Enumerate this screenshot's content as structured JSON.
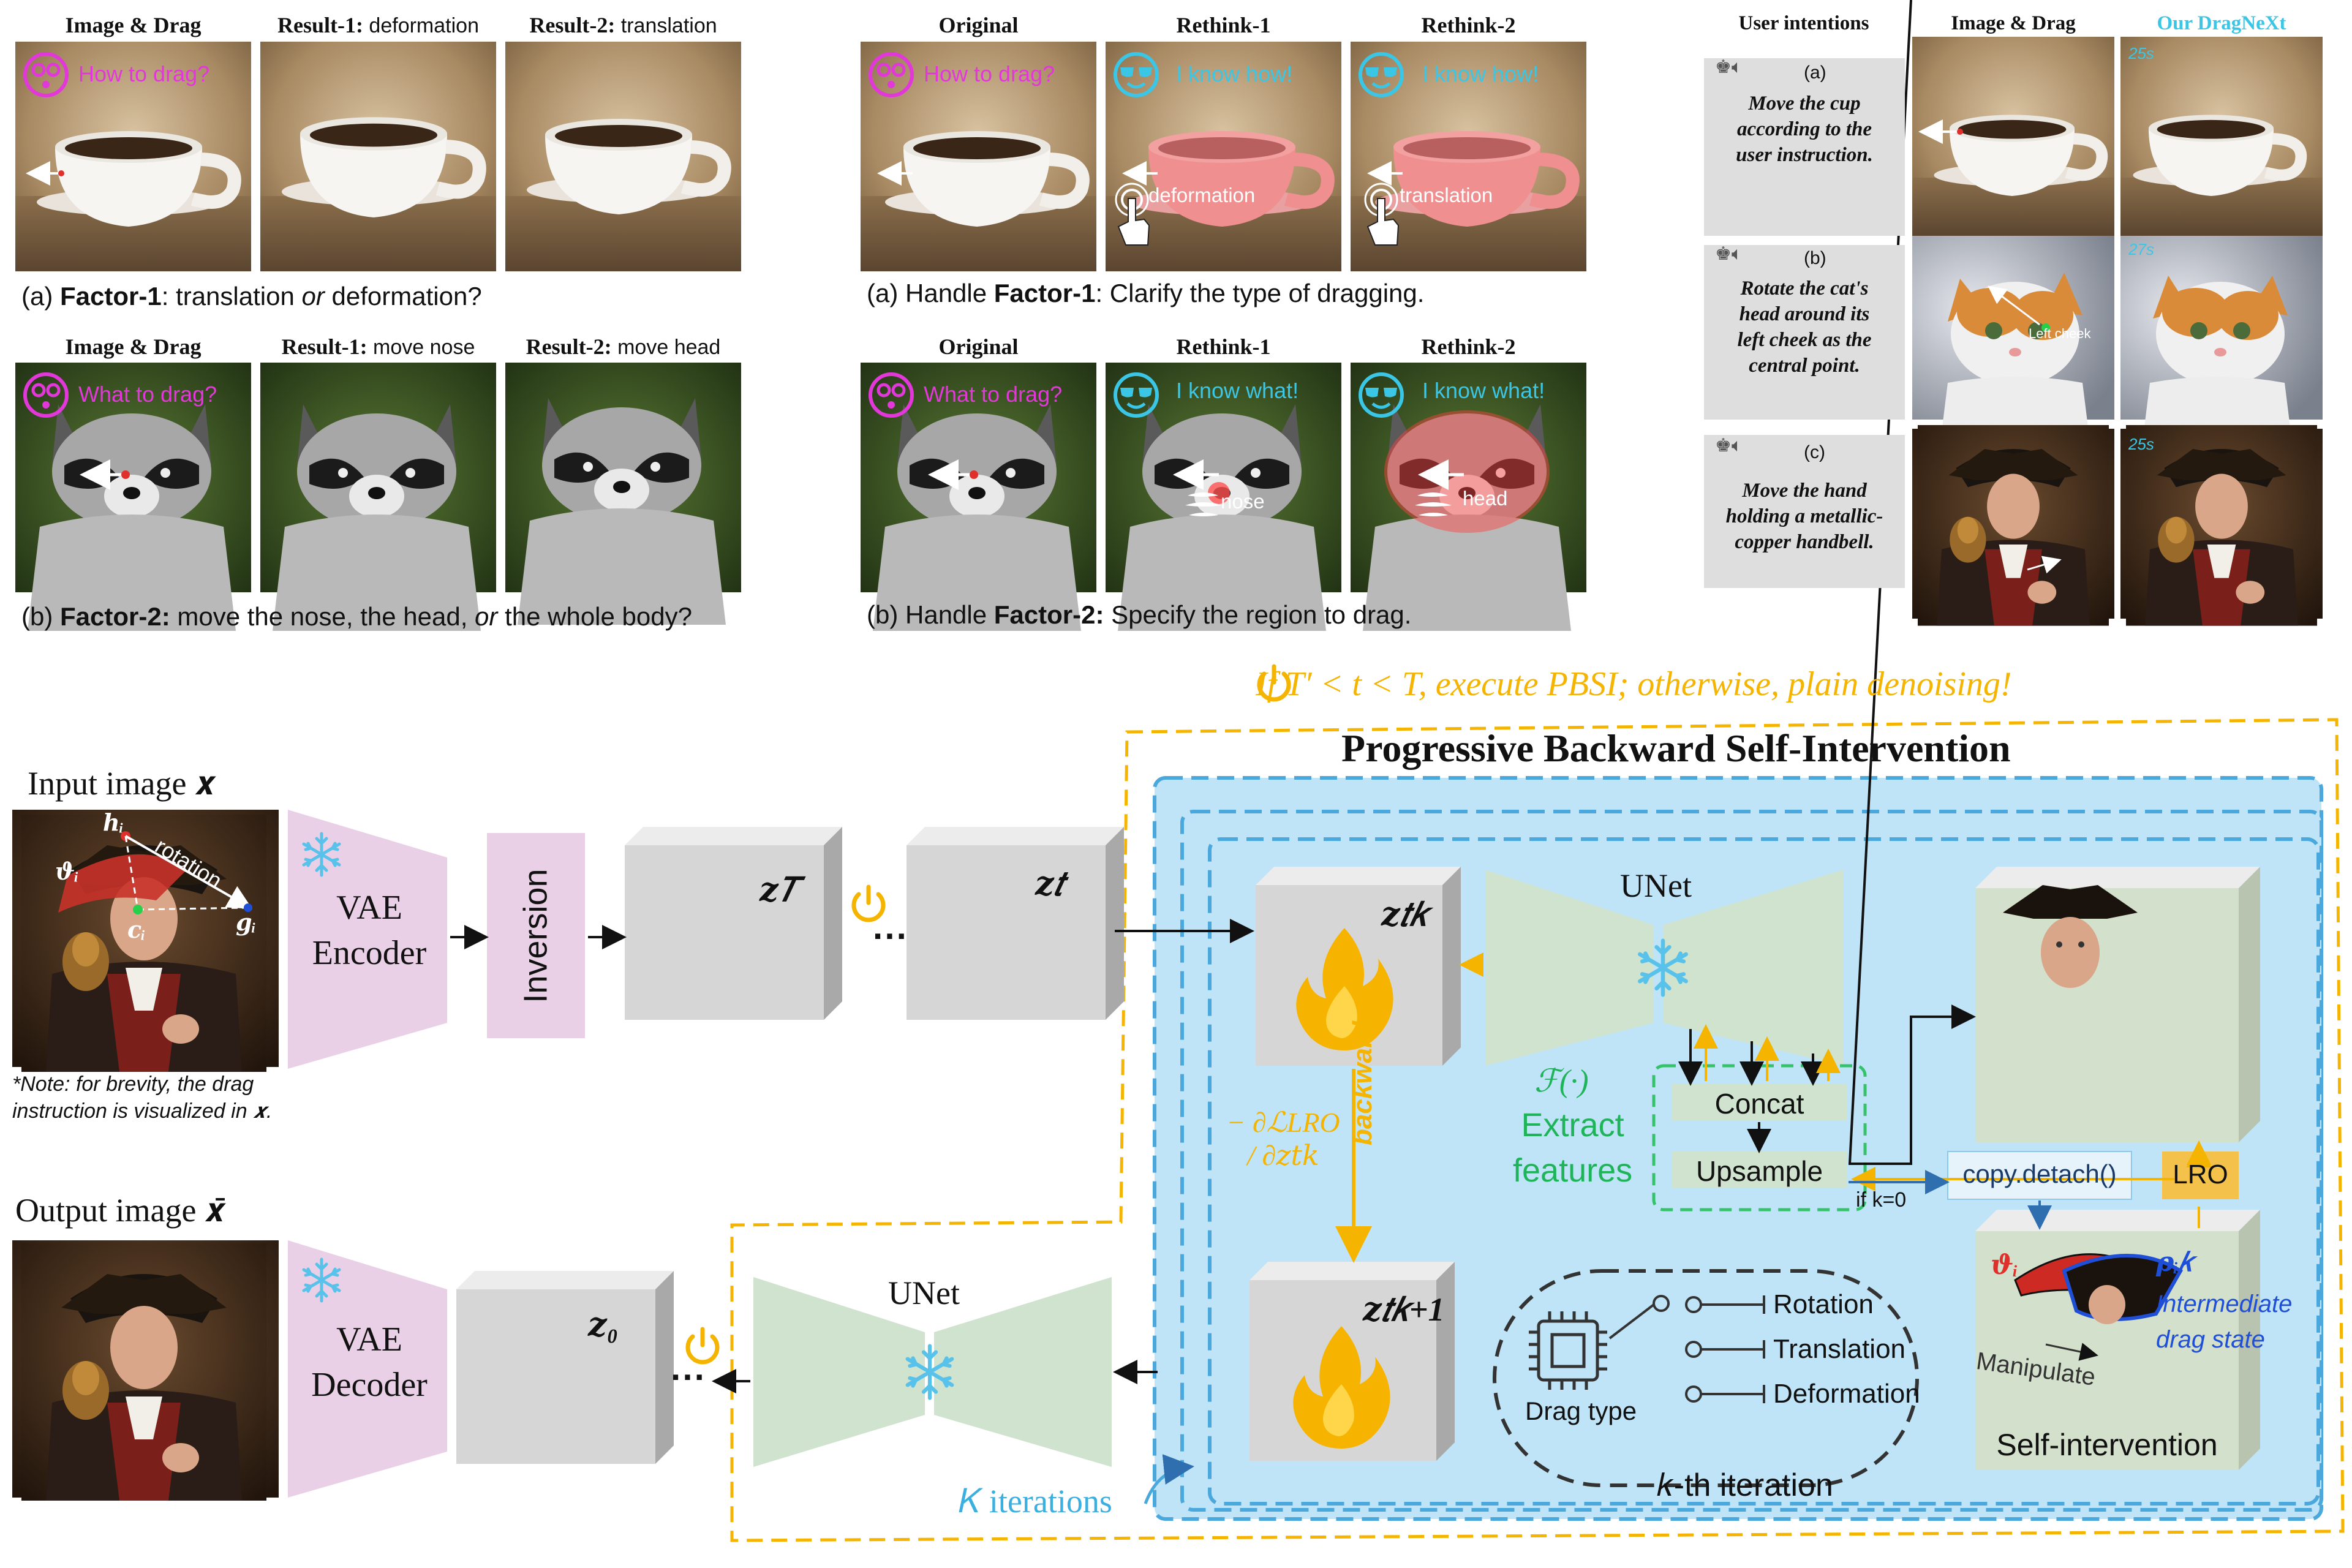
{
  "colors": {
    "magenta": "#e238d9",
    "cyan": "#3bc6e6",
    "orange": "#f4b400",
    "blue_dash": "#4aa8dc",
    "green": "#1fb35a",
    "light_blue_bg": "#bfe4f7",
    "pink_block": "#ead0e6",
    "gray_block": "#d6d6d6",
    "unet_green": "#cfe3cf",
    "red_hat": "#e0302b",
    "blue_text": "#1f4fd6"
  },
  "panel_left": {
    "row_a": {
      "headers": [
        {
          "bold": "Image & Drag",
          "plain": ""
        },
        {
          "bold": "Result-1:",
          "plain": " deformation"
        },
        {
          "bold": "Result-2:",
          "plain": " translation"
        }
      ],
      "bubble": "How to drag?",
      "caption": {
        "prefix": "(a) ",
        "bold": "Factor-1",
        "mid": ": translation ",
        "ital": "or",
        "suffix": " deformation?"
      }
    },
    "row_b": {
      "headers": [
        {
          "bold": "Image & Drag",
          "plain": ""
        },
        {
          "bold": "Result-1:",
          "plain": " move nose"
        },
        {
          "bold": "Result-2:",
          "plain": " move head"
        }
      ],
      "bubble": "What to drag?",
      "caption": {
        "prefix": "(b) ",
        "bold": "Factor-2:",
        "mid": " move the nose, the head, ",
        "ital": "or",
        "suffix": " the whole body?"
      }
    }
  },
  "panel_mid": {
    "row_a": {
      "headers": [
        "Original",
        "Rethink-1",
        "Rethink-2"
      ],
      "bubble_q": "How to drag?",
      "bubble_a": "I know how!",
      "labels": [
        "deformation",
        "translation"
      ],
      "caption": {
        "prefix": "(a) Handle ",
        "bold": "Factor-1",
        "suffix": ": Clarify the type of dragging."
      }
    },
    "row_b": {
      "headers": [
        "Original",
        "Rethink-1",
        "Rethink-2"
      ],
      "bubble_q": "What to drag?",
      "bubble_a": "I know what!",
      "labels": [
        "nose",
        "head"
      ],
      "caption": {
        "prefix": "(b) Handle ",
        "bold": "Factor-2:",
        "suffix": " Specify the region to drag."
      }
    }
  },
  "panel_right": {
    "headers": [
      "User intentions",
      "Image & Drag",
      "Our DragNeXt"
    ],
    "rows": [
      {
        "tag": "(a)",
        "text": [
          "Move the cup",
          "according to the",
          "user instruction."
        ],
        "time": "25s"
      },
      {
        "tag": "(b)",
        "text": [
          "Rotate the cat's",
          "head around its",
          "left cheek as the",
          "central point."
        ],
        "time": "27s",
        "point_label": "Left cheek"
      },
      {
        "tag": "(c)",
        "text": [
          "Move the hand",
          "holding a metallic-",
          "copper handbell."
        ],
        "time": "25s"
      }
    ]
  },
  "diagram": {
    "condition": "If T′ < t < T, execute PBSI; otherwise, plain denoising!",
    "pbsi_title": "Progressive Backward Self-Intervention",
    "input_title": "Input image 𝒙",
    "input_labels": {
      "h": "𝒉ᵢ",
      "theta": "𝝑ᵢ",
      "c": "𝒄ᵢ",
      "g": "𝒈ᵢ",
      "rotation": "rotation"
    },
    "note": [
      "*Note: for brevity, the drag",
      "instruction is visualized in 𝒙."
    ],
    "output_title": "Output image 𝒙̄",
    "vae_encoder": [
      "VAE",
      "Encoder"
    ],
    "vae_decoder": [
      "VAE",
      "Decoder"
    ],
    "inversion": "Inversion",
    "z_T": "𝒛𝑇",
    "z_t": "𝒛𝑡",
    "z_0": "𝒛₀",
    "z_t_k": "𝒛𝑡𝑘",
    "z_t_k1": "𝒛𝑡𝑘+1",
    "unet": "UNet",
    "unet_bottom": "UNet",
    "backward": "backward",
    "gradient": "− ∂ℒLRO / ∂𝑧𝑡𝑘",
    "feature_fn": "ℱ(·)",
    "extract": [
      "Extract",
      "features"
    ],
    "concat": "Concat",
    "upsample": "Upsample",
    "if_k0": "if k=0",
    "copy_detach": "copy.detach()",
    "lro": "LRO",
    "drag_types": [
      "Rotation",
      "Translation",
      "Deformation"
    ],
    "drag_type_label": "Drag type",
    "kth_iteration": "𝑘-th iteration",
    "k_iterations": "𝐾 iterations",
    "theta_i": "𝝑ᵢ",
    "rho": "𝝆ᵢ𝑘",
    "intermediate": [
      "Intermediate",
      "drag state"
    ],
    "manipulate": "Manipulate",
    "self_intervention": "Self-intervention",
    "dots": "···"
  }
}
